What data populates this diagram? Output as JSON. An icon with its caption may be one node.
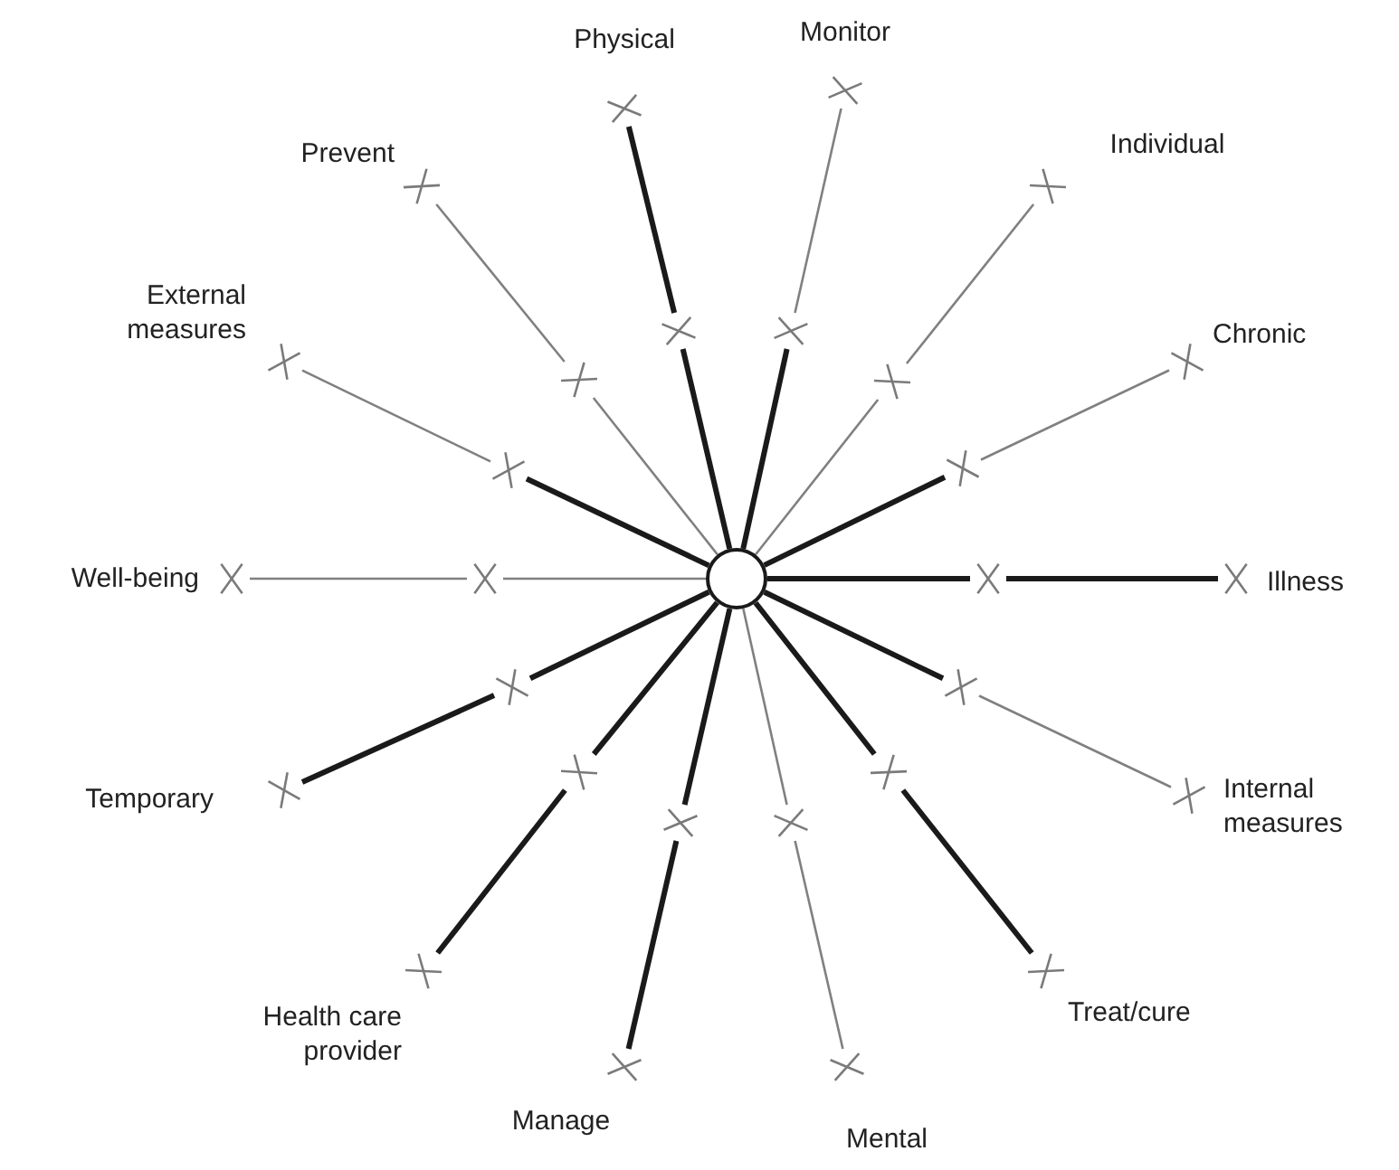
{
  "diagram": {
    "nodes": [
      {
        "text": [],
        "shape": "circle"
      },
      {
        "text": [],
        "shape": "cross"
      },
      {
        "text": [],
        "shape": "cross",
        "beside": [
          "Physical"
        ]
      },
      {
        "text": [],
        "shape": "cross"
      },
      {
        "text": [],
        "shape": "cross",
        "beside": [
          "Monitor"
        ]
      },
      {
        "text": [],
        "shape": "cross"
      },
      {
        "text": [],
        "shape": "cross",
        "beside": [
          "Individual"
        ]
      },
      {
        "text": [],
        "shape": "cross"
      },
      {
        "text": [],
        "shape": "cross",
        "beside": [
          "Chronic"
        ]
      },
      {
        "text": [],
        "shape": "cross"
      },
      {
        "text": [],
        "shape": "cross",
        "beside": [
          "Illness"
        ]
      },
      {
        "text": [],
        "shape": "cross"
      },
      {
        "text": [],
        "shape": "cross",
        "beside": [
          "Internal measures"
        ]
      },
      {
        "text": [],
        "shape": "cross"
      },
      {
        "text": [],
        "shape": "cross",
        "beside": [
          "Treat/cure"
        ]
      },
      {
        "text": [],
        "shape": "cross"
      },
      {
        "text": [],
        "shape": "cross",
        "beside": [
          "Mental"
        ]
      },
      {
        "text": [],
        "shape": "cross"
      },
      {
        "text": [],
        "shape": "cross",
        "beside": [
          "Manage"
        ]
      },
      {
        "text": [],
        "shape": "cross"
      },
      {
        "text": [],
        "shape": "cross",
        "beside": [
          "Health care provider"
        ]
      },
      {
        "text": [],
        "shape": "cross"
      },
      {
        "text": [],
        "shape": "cross",
        "beside": [
          "Temporary"
        ]
      },
      {
        "text": [],
        "shape": "cross"
      },
      {
        "text": [],
        "shape": "cross",
        "beside": [
          "Well-being"
        ]
      },
      {
        "text": [],
        "shape": "cross"
      },
      {
        "text": [],
        "shape": "cross",
        "beside": [
          "External measures"
        ]
      },
      {
        "text": [],
        "shape": "cross"
      },
      {
        "text": [],
        "shape": "cross",
        "beside": [
          "Prevent"
        ]
      }
    ],
    "edges": [
      {
        "from": 0,
        "to": 1,
        "arrow": "none"
      },
      {
        "from": 1,
        "to": 2,
        "arrow": "none"
      },
      {
        "from": 0,
        "to": 3,
        "arrow": "none"
      },
      {
        "from": 3,
        "to": 4,
        "arrow": "none",
        "color": "#808080"
      },
      {
        "from": 0,
        "to": 5,
        "arrow": "none",
        "color": "#808080"
      },
      {
        "from": 5,
        "to": 6,
        "arrow": "none",
        "color": "#808080"
      },
      {
        "from": 0,
        "to": 7,
        "arrow": "none"
      },
      {
        "from": 7,
        "to": 8,
        "arrow": "none",
        "color": "#808080"
      },
      {
        "from": 0,
        "to": 9,
        "arrow": "none"
      },
      {
        "from": 9,
        "to": 10,
        "arrow": "none"
      },
      {
        "from": 0,
        "to": 11,
        "arrow": "none"
      },
      {
        "from": 11,
        "to": 12,
        "arrow": "none",
        "color": "#808080"
      },
      {
        "from": 0,
        "to": 13,
        "arrow": "none"
      },
      {
        "from": 13,
        "to": 14,
        "arrow": "none"
      },
      {
        "from": 0,
        "to": 15,
        "arrow": "none",
        "color": "#808080"
      },
      {
        "from": 15,
        "to": 16,
        "arrow": "none",
        "color": "#808080"
      },
      {
        "from": 0,
        "to": 17,
        "arrow": "none"
      },
      {
        "from": 17,
        "to": 18,
        "arrow": "none"
      },
      {
        "from": 0,
        "to": 19,
        "arrow": "none"
      },
      {
        "from": 19,
        "to": 20,
        "arrow": "none"
      },
      {
        "from": 0,
        "to": 21,
        "arrow": "none"
      },
      {
        "from": 21,
        "to": 22,
        "arrow": "none"
      },
      {
        "from": 0,
        "to": 23,
        "arrow": "none",
        "color": "#808080"
      },
      {
        "from": 23,
        "to": 24,
        "arrow": "none",
        "color": "#808080"
      },
      {
        "from": 0,
        "to": 25,
        "arrow": "none"
      },
      {
        "from": 25,
        "to": 26,
        "arrow": "none",
        "color": "#808080"
      },
      {
        "from": 0,
        "to": 27,
        "arrow": "none",
        "color": "#808080"
      },
      {
        "from": 27,
        "to": 28,
        "arrow": "none",
        "color": "#808080"
      }
    ]
  }
}
